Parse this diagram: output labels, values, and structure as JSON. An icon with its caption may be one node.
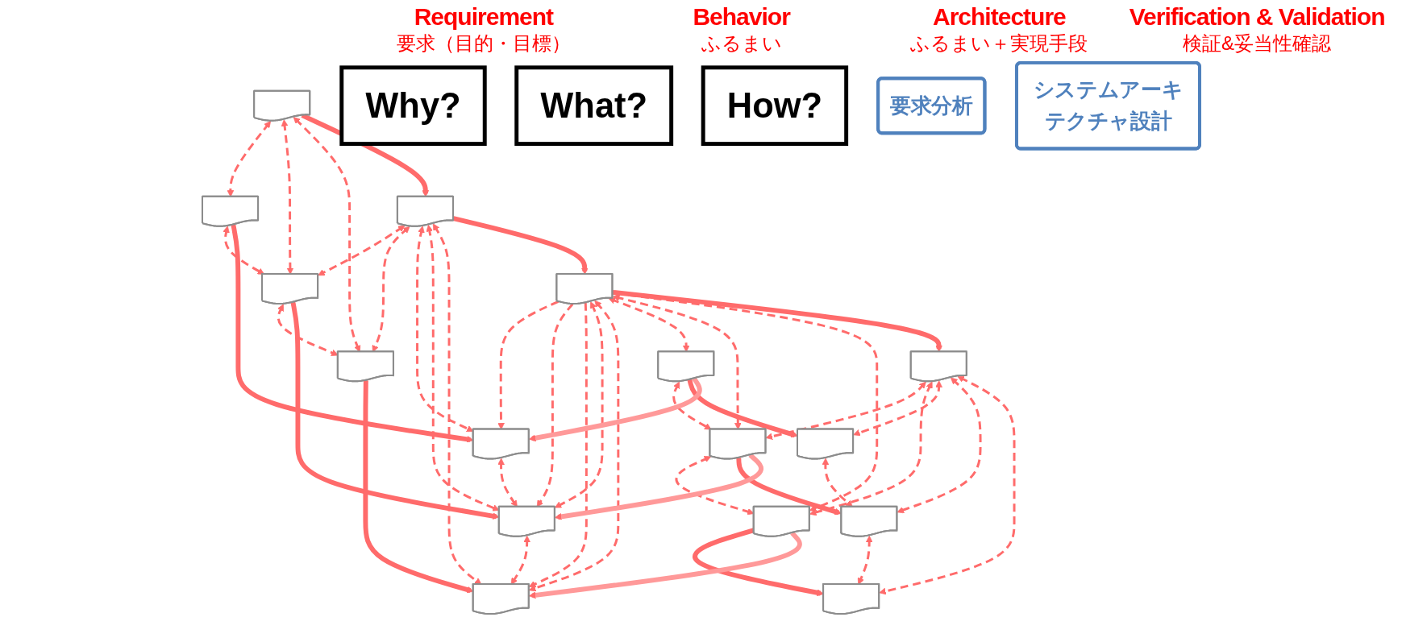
{
  "diagram": {
    "nodes": [
      {
        "text": [
          "Why?"
        ]
      },
      {
        "text": [
          "What?"
        ]
      },
      {
        "text": [
          "How?"
        ]
      },
      {
        "text": [
          "要求分析"
        ]
      },
      {
        "text": [
          "システムアーキテクチャ設計"
        ]
      },
      {
        "text": [],
        "shape": "document"
      },
      {
        "text": [],
        "shape": "document"
      },
      {
        "text": [],
        "shape": "document"
      },
      {
        "text": [],
        "shape": "document"
      },
      {
        "text": [],
        "shape": "document"
      },
      {
        "text": [],
        "shape": "document"
      },
      {
        "text": [],
        "shape": "document"
      },
      {
        "text": [],
        "shape": "document"
      },
      {
        "text": [],
        "shape": "document"
      },
      {
        "text": [],
        "shape": "document"
      },
      {
        "text": [],
        "shape": "document"
      },
      {
        "text": [],
        "shape": "document"
      },
      {
        "text": [],
        "shape": "document"
      },
      {
        "text": [],
        "shape": "document"
      },
      {
        "text": [],
        "shape": "document"
      },
      {
        "text": [],
        "shape": "document"
      }
    ],
    "edges": [
      {
        "from": 5,
        "to": 6,
        "arrow": "both",
        "style": "dashed"
      },
      {
        "from": 6,
        "to": 7,
        "arrow": "both",
        "style": "dashed"
      },
      {
        "from": 5,
        "to": 7,
        "arrow": "both",
        "style": "dashed"
      },
      {
        "from": 7,
        "to": 8,
        "arrow": "both",
        "style": "dashed"
      },
      {
        "from": 5,
        "to": 8,
        "arrow": "both",
        "style": "dashed"
      },
      {
        "from": 9,
        "to": 7,
        "arrow": "both",
        "style": "dashed"
      },
      {
        "from": 9,
        "to": 8,
        "arrow": "both",
        "style": "dashed"
      },
      {
        "from": 9,
        "to": 10,
        "arrow": "both",
        "style": "dashed"
      },
      {
        "from": 10,
        "to": 11,
        "arrow": "both",
        "style": "dashed"
      },
      {
        "from": 9,
        "to": 11,
        "arrow": "both",
        "style": "dashed"
      },
      {
        "from": 11,
        "to": 12,
        "arrow": "both",
        "style": "dashed"
      },
      {
        "from": 9,
        "to": 12,
        "arrow": "both",
        "style": "dashed"
      },
      {
        "from": 13,
        "to": 10,
        "arrow": "to",
        "style": "dashed"
      },
      {
        "from": 13,
        "to": 11,
        "arrow": "to",
        "style": "dashed"
      },
      {
        "from": 13,
        "to": 12,
        "arrow": "to",
        "style": "dashed"
      },
      {
        "from": 13,
        "to": 11,
        "arrow": "both",
        "style": "dashed"
      },
      {
        "from": 13,
        "to": 12,
        "arrow": "both",
        "style": "dashed"
      },
      {
        "from": 13,
        "to": 14,
        "arrow": "both",
        "style": "dashed"
      },
      {
        "from": 14,
        "to": 15,
        "arrow": "both",
        "style": "dashed"
      },
      {
        "from": 13,
        "to": 15,
        "arrow": "both",
        "style": "dashed"
      },
      {
        "from": 15,
        "to": 16,
        "arrow": "both",
        "style": "dashed"
      },
      {
        "from": 13,
        "to": 16,
        "arrow": "both",
        "style": "dashed"
      },
      {
        "from": 17,
        "to": 15,
        "arrow": "both",
        "style": "dashed"
      },
      {
        "from": 17,
        "to": 16,
        "arrow": "both",
        "style": "dashed"
      },
      {
        "from": 17,
        "to": 18,
        "arrow": "both",
        "style": "dashed"
      },
      {
        "from": 18,
        "to": 19,
        "arrow": "both",
        "style": "dashed"
      },
      {
        "from": 17,
        "to": 19,
        "arrow": "both",
        "style": "dashed"
      },
      {
        "from": 19,
        "to": 20,
        "arrow": "both",
        "style": "dashed"
      },
      {
        "from": 17,
        "to": 20,
        "arrow": "both",
        "style": "dashed"
      },
      {
        "from": 5,
        "to": 9,
        "arrow": "to",
        "style": "thick"
      },
      {
        "from": 6,
        "to": 10,
        "arrow": "to",
        "style": "thick"
      },
      {
        "from": 7,
        "to": 11,
        "arrow": "to",
        "style": "thick"
      },
      {
        "from": 8,
        "to": 12,
        "arrow": "to",
        "style": "thick"
      },
      {
        "from": 9,
        "to": 13,
        "arrow": "to",
        "style": "thick"
      },
      {
        "from": 13,
        "to": 17,
        "arrow": "to",
        "style": "thick"
      },
      {
        "from": 14,
        "to": 18,
        "arrow": "to",
        "style": "thick"
      },
      {
        "from": 15,
        "to": 19,
        "arrow": "to",
        "style": "thick"
      },
      {
        "from": 16,
        "to": 20,
        "arrow": "to",
        "style": "thick"
      },
      {
        "from": 14,
        "to": 10,
        "arrow": "to",
        "style": "thick",
        "color": "#ff9999"
      },
      {
        "from": 15,
        "to": 11,
        "arrow": "to",
        "style": "thick",
        "color": "#ff9999"
      },
      {
        "from": 16,
        "to": 12,
        "arrow": "to",
        "style": "thick",
        "color": "#ff9999"
      }
    ],
    "labels": [
      "Requirement",
      "Behavior",
      "Architecture",
      "Verification & Validation",
      "要求（目的・目標）",
      "ふるまい",
      "ふるまい＋実現手段",
      "検証&妥当性確認"
    ]
  }
}
